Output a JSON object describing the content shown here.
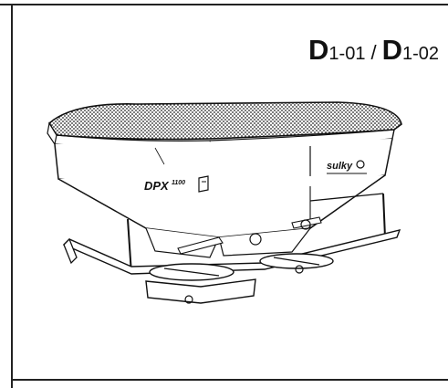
{
  "header": {
    "label_1_letter": "D",
    "label_1_num": "1-01",
    "separator": "/",
    "label_2_letter": "D",
    "label_2_num": "1-02"
  },
  "machine": {
    "model_text": "DPX",
    "model_number": "1100",
    "brand_text": "sulky"
  }
}
